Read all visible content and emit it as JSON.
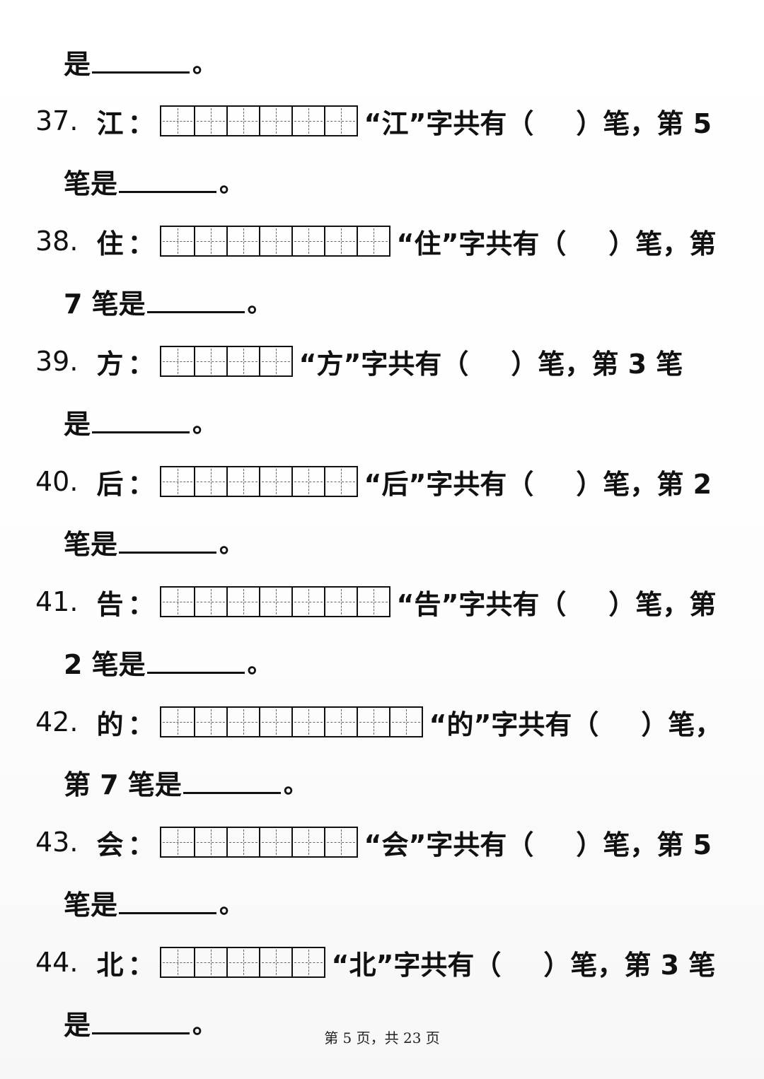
{
  "top_continuation": {
    "prefix": "是",
    "suffix": "。"
  },
  "questions": [
    {
      "num": "37.",
      "char": "江",
      "colon": "：",
      "cells": 6,
      "line1_rest": "“江”字共有（",
      "line1_mid": "）笔，第 5",
      "line2_prefix": "笔是",
      "line2_suffix": "。"
    },
    {
      "num": "38.",
      "char": "住",
      "colon": "：",
      "cells": 7,
      "line1_rest": "“住”字共有（",
      "line1_mid": "）笔，第",
      "line2_prefix": "7 笔是",
      "line2_suffix": "。"
    },
    {
      "num": "39.",
      "char": "方",
      "colon": "：",
      "cells": 4,
      "line1_rest": "“方”字共有（",
      "line1_mid": "）笔，第 3 笔",
      "line2_prefix": "是",
      "line2_suffix": "。"
    },
    {
      "num": "40.",
      "char": "后",
      "colon": "：",
      "cells": 6,
      "line1_rest": "“后”字共有（",
      "line1_mid": "）笔，第 2",
      "line2_prefix": "笔是",
      "line2_suffix": "。"
    },
    {
      "num": "41.",
      "char": "告",
      "colon": "：",
      "cells": 7,
      "line1_rest": "“告”字共有（",
      "line1_mid": "）笔，第",
      "line2_prefix": "2 笔是",
      "line2_suffix": "。"
    },
    {
      "num": "42.",
      "char": "的",
      "colon": "：",
      "cells": 8,
      "line1_rest": "“的”字共有（",
      "line1_mid": "）笔，",
      "line2_prefix": "第 7 笔是",
      "line2_suffix": "。"
    },
    {
      "num": "43.",
      "char": "会",
      "colon": "：",
      "cells": 6,
      "line1_rest": "“会”字共有（",
      "line1_mid": "）笔，第 5",
      "line2_prefix": "笔是",
      "line2_suffix": "。"
    },
    {
      "num": "44.",
      "char": "北",
      "colon": "：",
      "cells": 5,
      "line1_rest": "“北”字共有（",
      "line1_mid": "）笔，第 3 笔",
      "line2_prefix": "是",
      "line2_suffix": "。"
    }
  ],
  "footer": "第 5 页，共 23 页"
}
